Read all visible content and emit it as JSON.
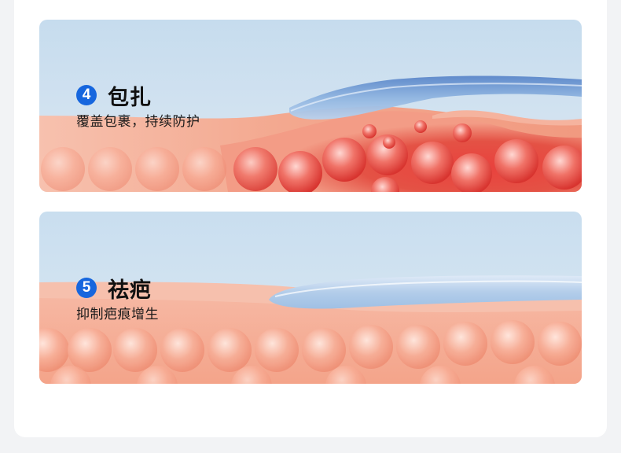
{
  "steps": [
    {
      "number": "4",
      "title": "包扎",
      "description": "覆盖包裹，持续防护"
    },
    {
      "number": "5",
      "title": "祛疤",
      "description": "抑制疤痕增生"
    }
  ],
  "colors": {
    "badge": "#1666de",
    "background_sky": "#c9dff0",
    "skin": "#f4a58b",
    "wound": "#e23a3a",
    "gel": "#7eb0e3"
  },
  "icons": [
    "number-4-circle-icon",
    "number-5-circle-icon"
  ]
}
